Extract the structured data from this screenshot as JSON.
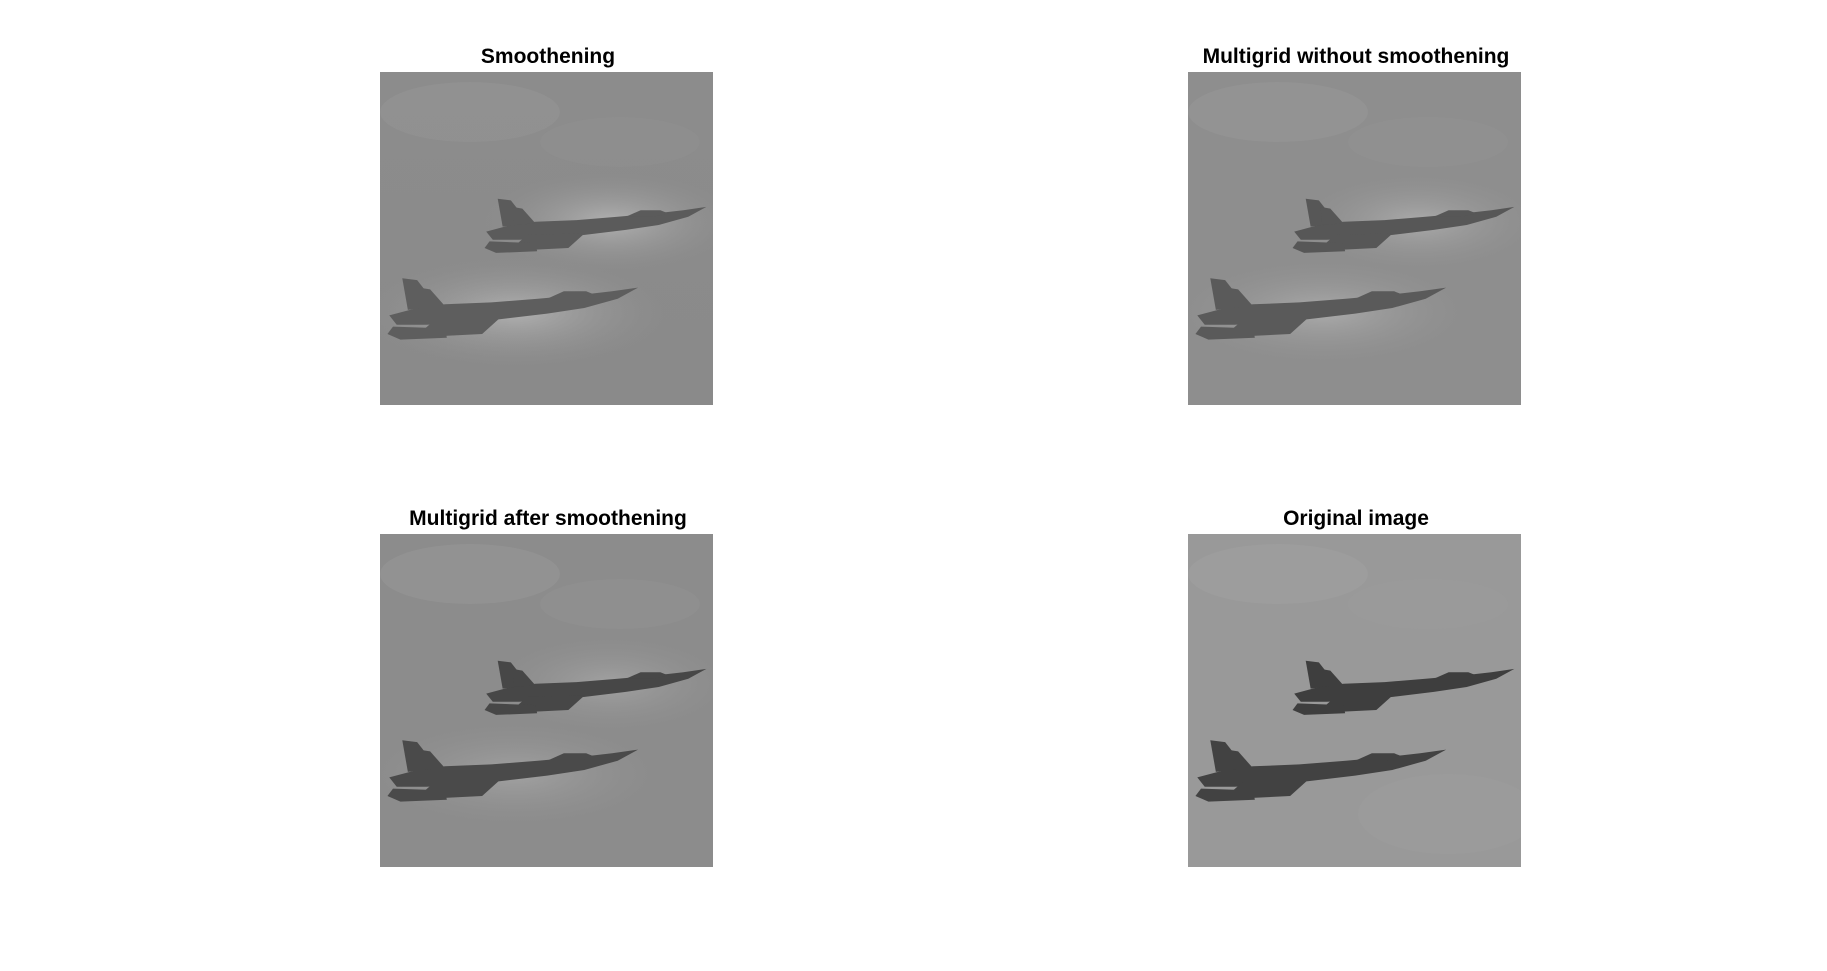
{
  "panels": [
    {
      "title": "Smoothening"
    },
    {
      "title": "Multigrid without smoothening"
    },
    {
      "title": "Multigrid after smoothening"
    },
    {
      "title": "Original image"
    }
  ],
  "image_content": "grayscale photograph of two fighter jets in flight against an overcast sky"
}
